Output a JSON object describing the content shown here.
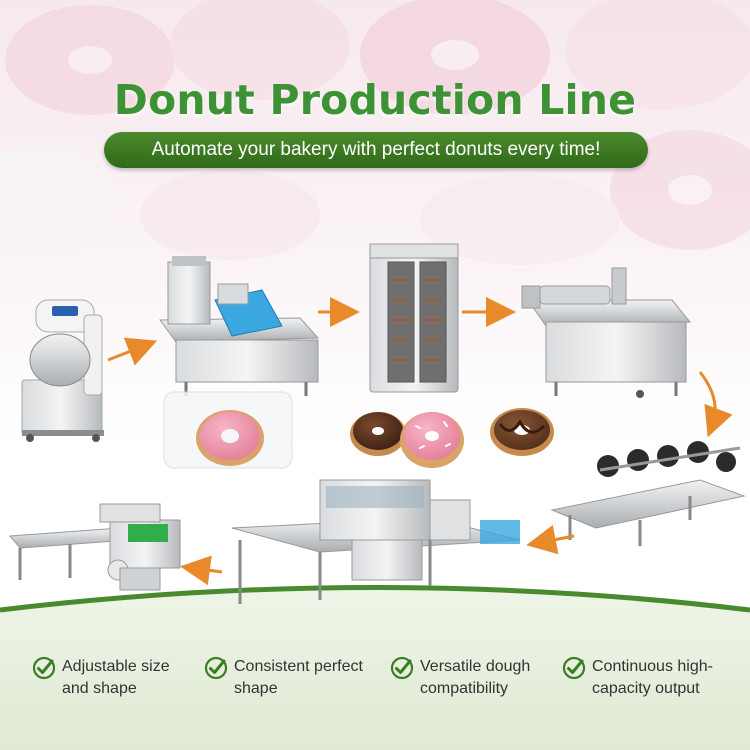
{
  "header": {
    "title": "Donut Production Line",
    "subtitle": "Automate your bakery with perfect donuts every time!"
  },
  "colors": {
    "accent_green": "#3c9234",
    "banner_green": "#3a7a22",
    "arrow_orange": "#e88a2a",
    "footer_green": "#e7f0dd"
  },
  "process_steps": [
    {
      "icon": "dough-mixer"
    },
    {
      "icon": "donut-forming-machine"
    },
    {
      "icon": "proofer-cabinet"
    },
    {
      "icon": "fryer"
    },
    {
      "icon": "cooling-conveyor"
    },
    {
      "icon": "glazing-coating-line"
    },
    {
      "icon": "flow-wrap-packaging-machine"
    }
  ],
  "products": [
    {
      "icon": "packaged-pink-donut"
    },
    {
      "icon": "chocolate-sprinkle-donut"
    },
    {
      "icon": "pink-sprinkle-donut"
    },
    {
      "icon": "chocolate-drizzle-donut"
    }
  ],
  "features": [
    {
      "icon": "check-icon",
      "text": "Adjustable size\nand shape"
    },
    {
      "icon": "check-icon",
      "text": "Consistent perfect\nshape"
    },
    {
      "icon": "check-icon",
      "text": "Versatile dough\ncompatibility"
    },
    {
      "icon": "check-icon",
      "text": "Continuous high-\ncapacity output"
    }
  ]
}
